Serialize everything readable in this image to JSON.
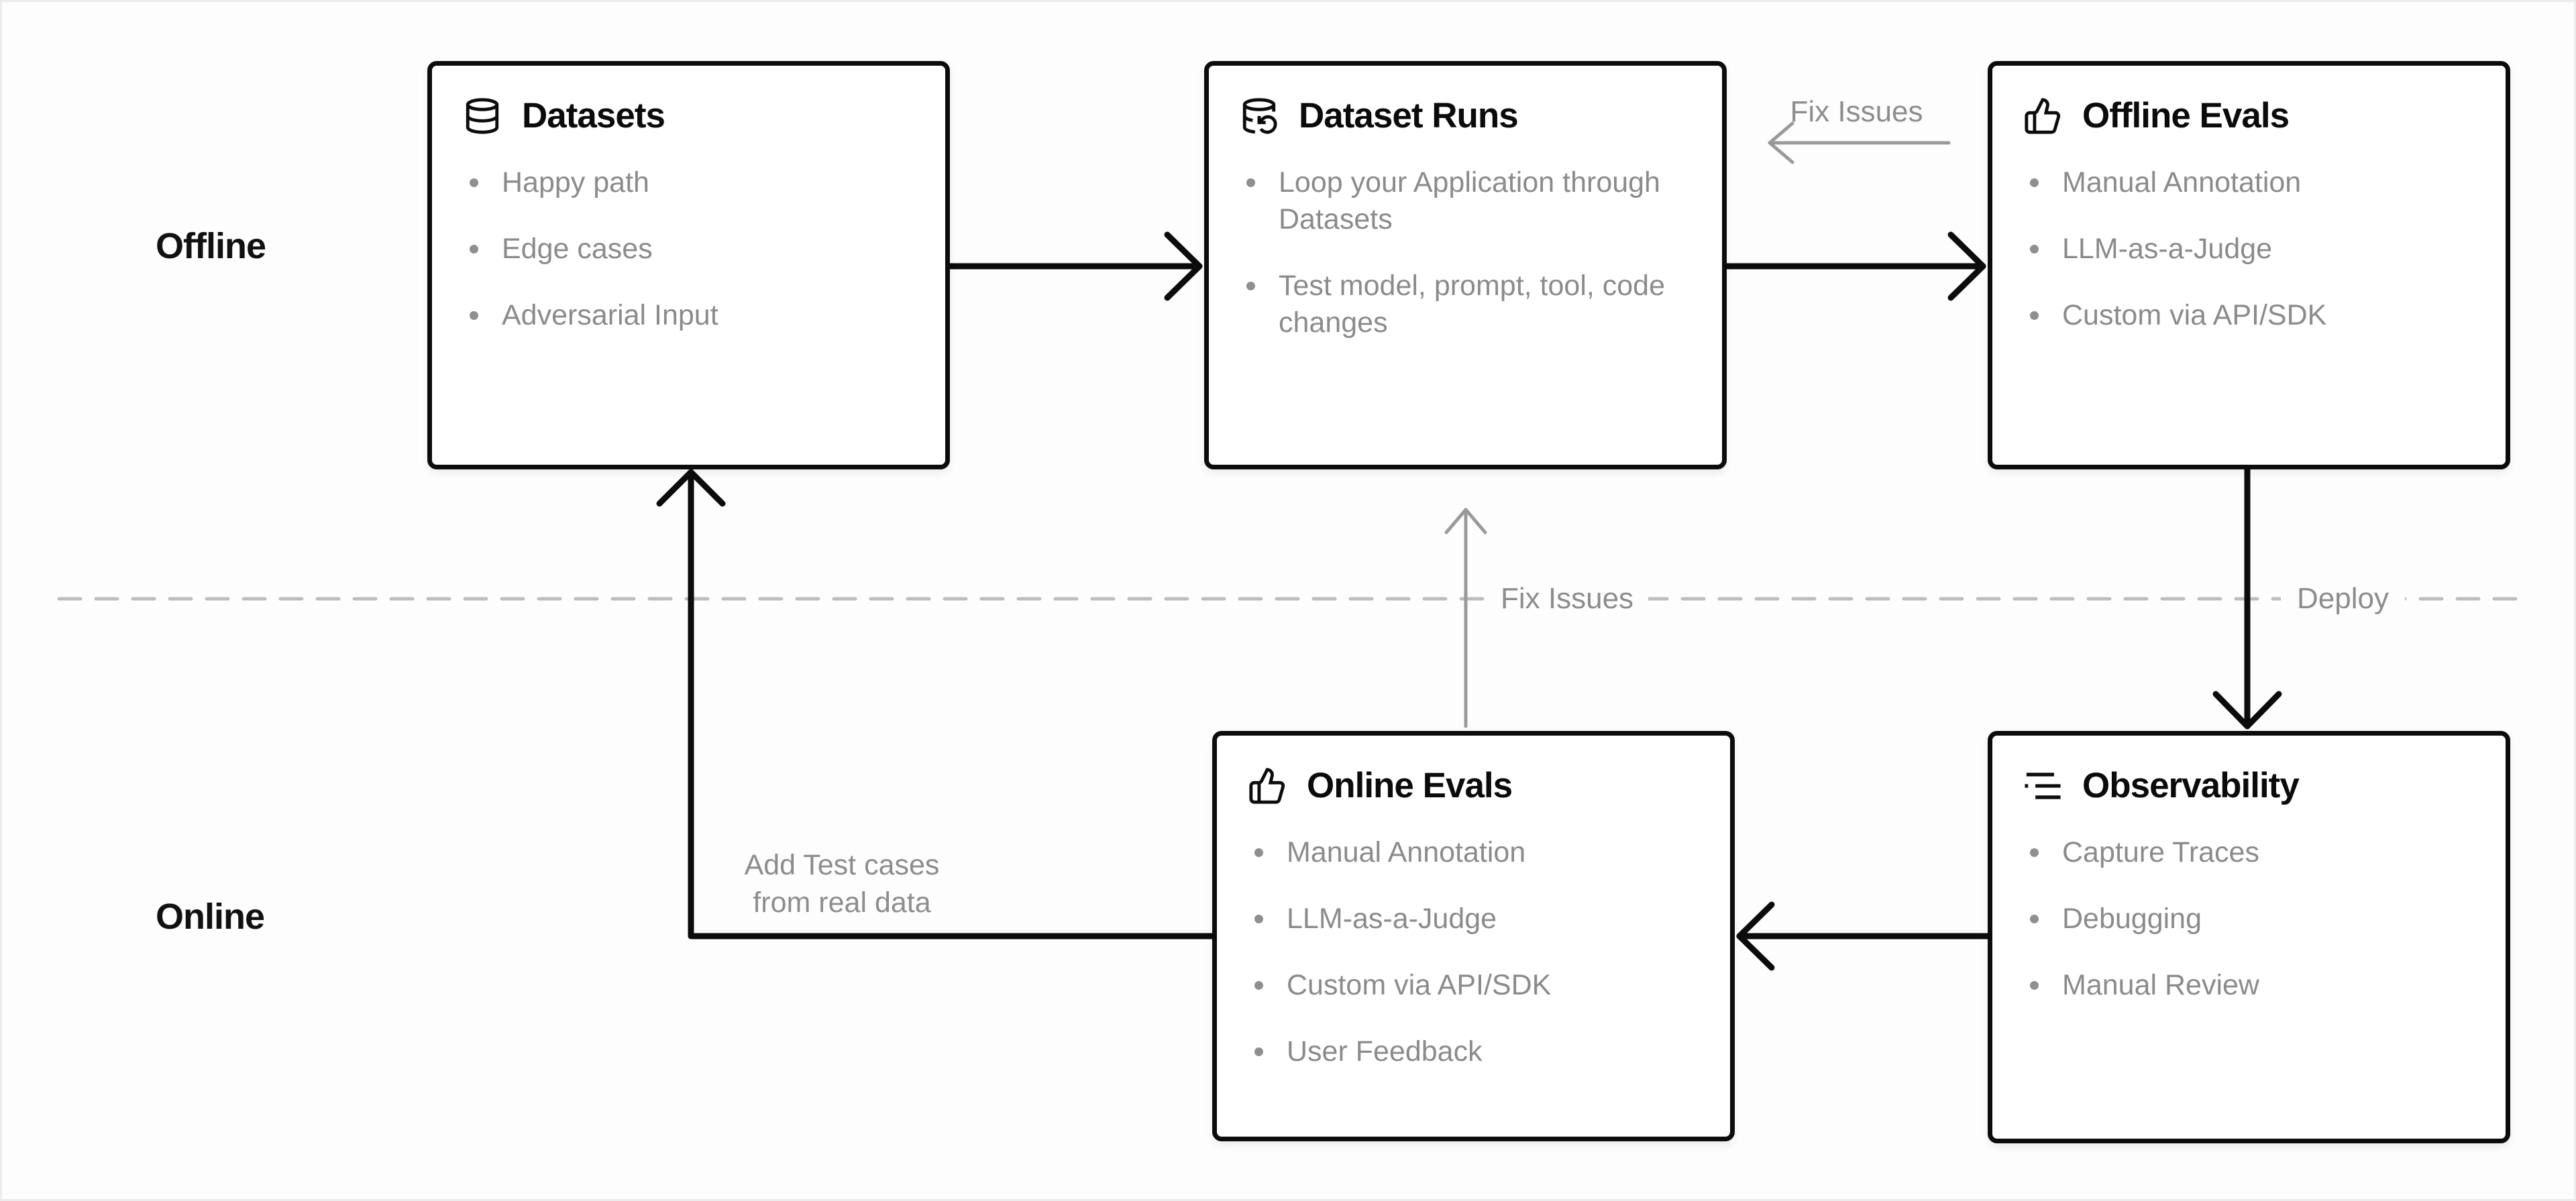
{
  "canvas": {
    "background": "#fdfdfd",
    "border_color": "#ececec"
  },
  "colors": {
    "node_border": "#0c0c0c",
    "title_text": "#0b0b0b",
    "bullet_text": "#8b8b8b",
    "muted_label": "#8d8d8d",
    "black_arrow": "#0c0c0c",
    "gray_arrow": "#9a9a9a",
    "dashed_divider": "#bdbdbd"
  },
  "lanes": [
    {
      "label": "Offline"
    },
    {
      "label": "Online"
    }
  ],
  "nodes": [
    {
      "id": "datasets",
      "icon": "database-icon",
      "title": "Datasets",
      "items": [
        "Happy path",
        "Edge cases",
        "Adversarial Input"
      ]
    },
    {
      "id": "dataset-runs",
      "icon": "database-refresh-icon",
      "title": "Dataset Runs",
      "items": [
        "Loop your Application through Datasets",
        "Test model, prompt, tool, code changes"
      ]
    },
    {
      "id": "offline-evals",
      "icon": "thumbs-up-icon",
      "title": "Offline Evals",
      "items": [
        "Manual Annotation",
        "LLM-as-a-Judge",
        "Custom via API/SDK"
      ]
    },
    {
      "id": "online-evals",
      "icon": "thumbs-up-icon",
      "title": "Online Evals",
      "items": [
        "Manual Annotation",
        "LLM-as-a-Judge",
        "Custom via API/SDK",
        "User Feedback"
      ]
    },
    {
      "id": "observability",
      "icon": "logs-icon",
      "title": "Observability",
      "items": [
        "Capture Traces",
        "Debugging",
        "Manual Review"
      ]
    }
  ],
  "edges": {
    "fix_issues_top": "Fix Issues",
    "fix_issues_mid": "Fix Issues",
    "deploy": "Deploy",
    "add_test_cases": "Add Test cases\nfrom real data"
  }
}
